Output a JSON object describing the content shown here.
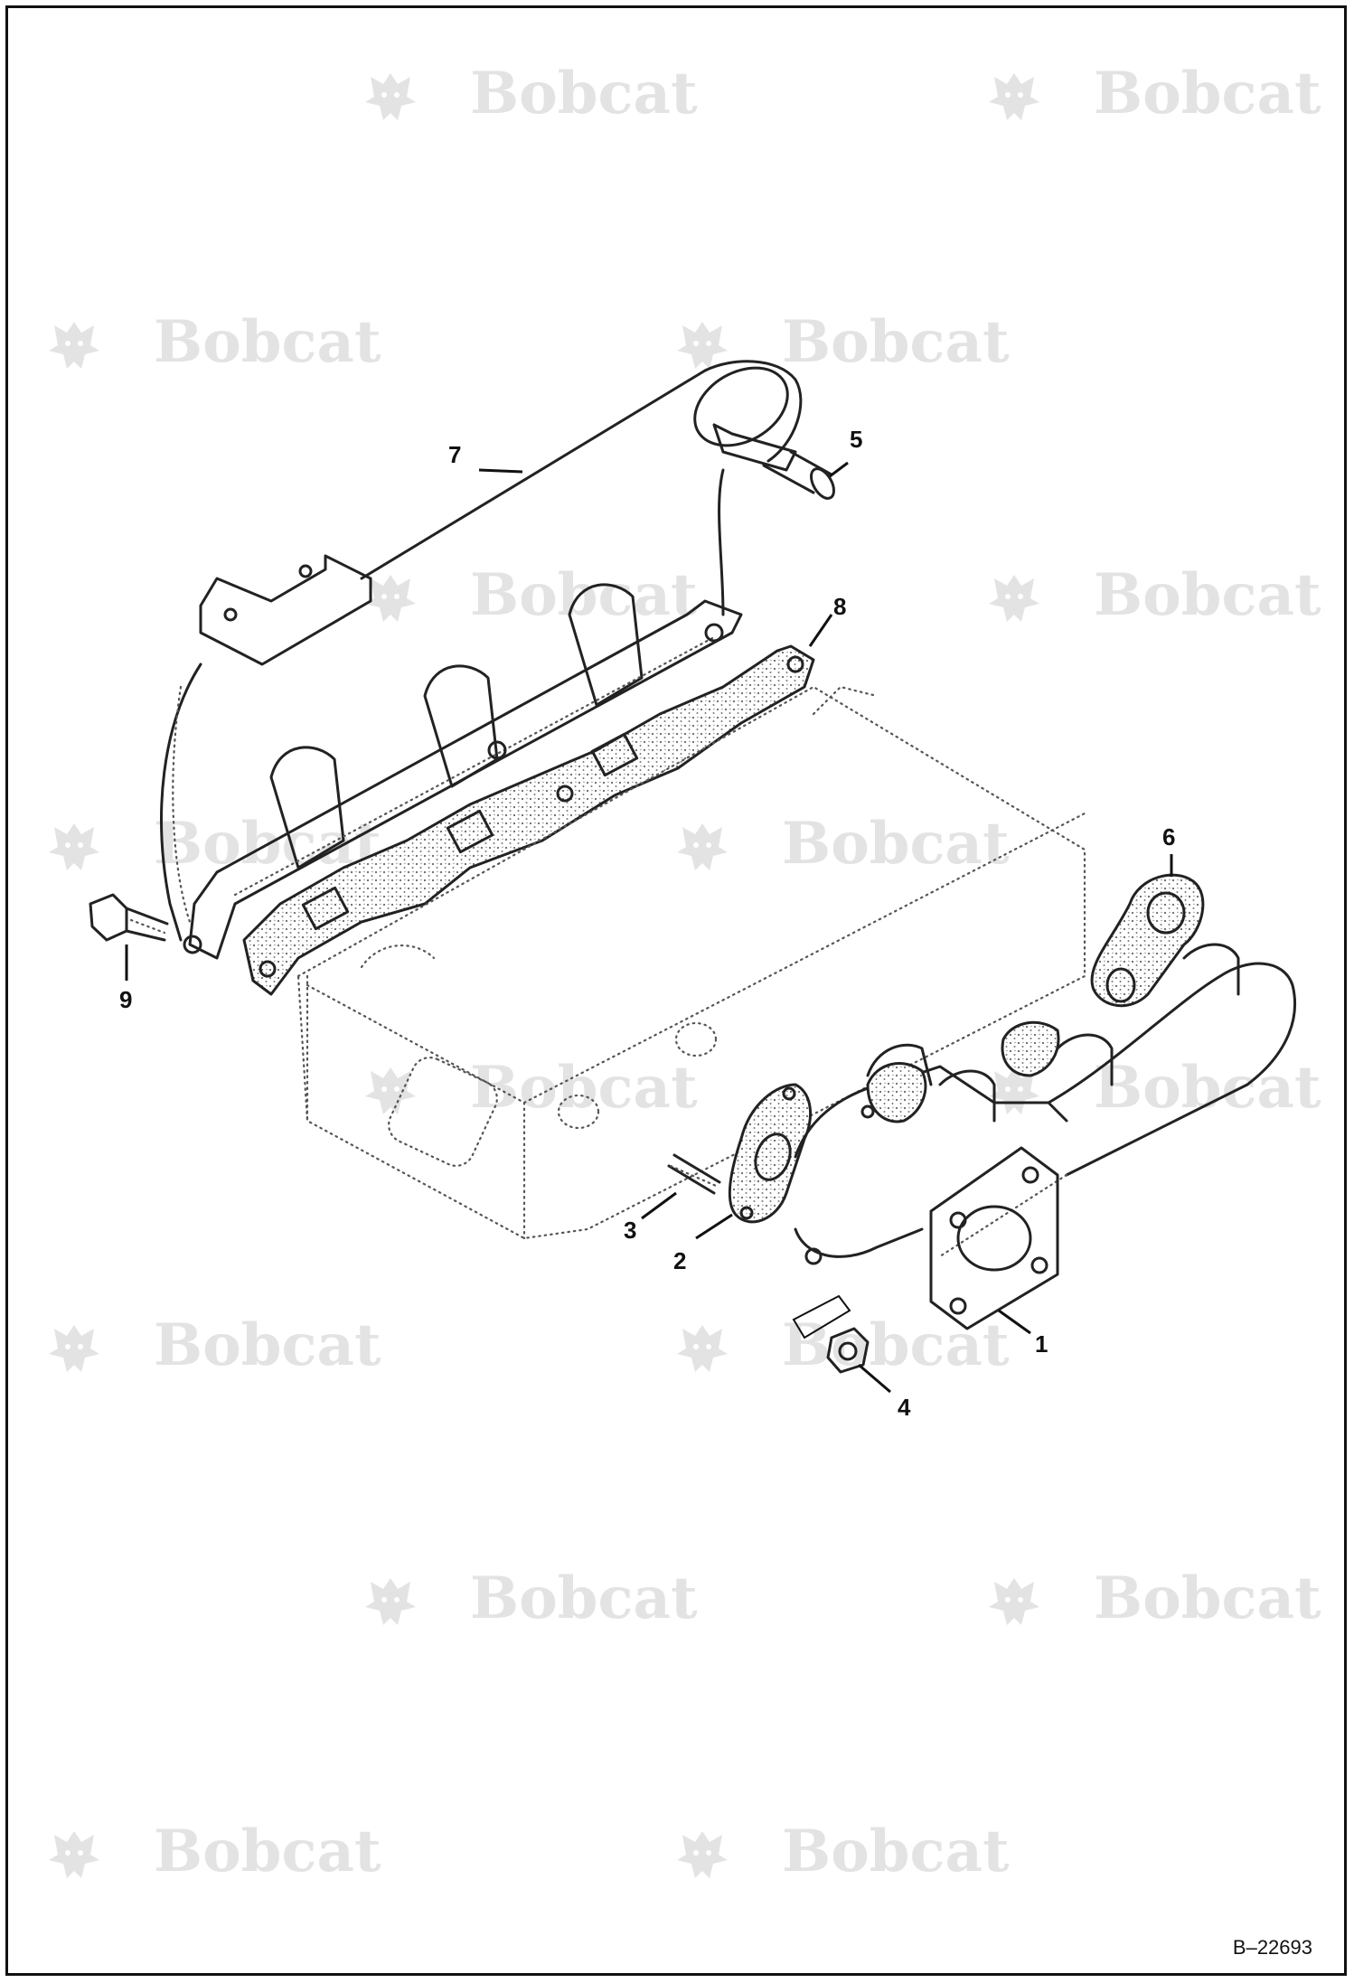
{
  "watermark": {
    "brand": "Bobcat",
    "logo_icon": "bobcat-head-logo",
    "color": "#e3e3e3"
  },
  "callouts": [
    {
      "id": "1",
      "label": "1"
    },
    {
      "id": "2",
      "label": "2"
    },
    {
      "id": "3",
      "label": "3"
    },
    {
      "id": "4",
      "label": "4"
    },
    {
      "id": "5",
      "label": "5"
    },
    {
      "id": "6",
      "label": "6"
    },
    {
      "id": "7",
      "label": "7"
    },
    {
      "id": "8",
      "label": "8"
    },
    {
      "id": "9",
      "label": "9"
    }
  ],
  "figure_ref": "B–22693",
  "line_color": "#222222"
}
